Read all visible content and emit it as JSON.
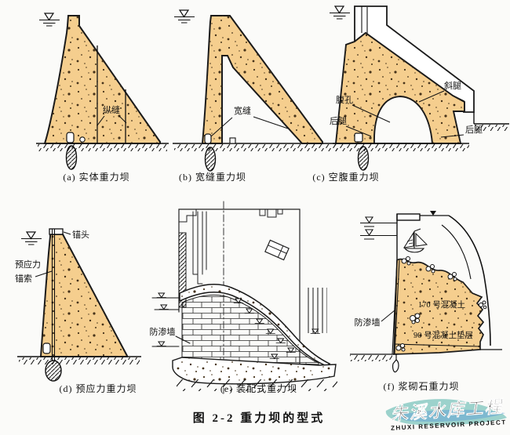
{
  "figure_caption": "图 2-2  重力坝的型式",
  "watermark": {
    "cn": "朱溪水库工程",
    "en": "ZHUXI RESERVOIR PROJECT"
  },
  "colors": {
    "dam_fill": "#F5CE8E",
    "line": "#1A1A1A",
    "watermark_blue": "#2D6FB5",
    "watermark_teal": "#7CC4BC",
    "background": "#FBFBF9"
  },
  "panels": {
    "a": {
      "caption": "(a) 实体重力坝",
      "label_joint": "纵缝"
    },
    "b": {
      "caption": "(b) 宽缝重力坝",
      "label_slot": "宽缝"
    },
    "c": {
      "caption": "(c) 空腹重力坝",
      "label_inclined_leg": "斜腿",
      "label_cavity": "腹孔",
      "label_rear_leg_left": "后腿",
      "label_rear_leg_right": "后腿"
    },
    "d": {
      "caption": "(d) 预应力重力坝",
      "label_anchor_head": "锚头",
      "label_prestress_line1": "预应力",
      "label_prestress_line2": "锚索"
    },
    "e": {
      "caption": "(e) 装配式重力坝",
      "label_cutoff_wall": "防渗墙"
    },
    "f": {
      "caption": "(f) 浆砌石重力坝",
      "label_concrete_170": "170 号混凝土",
      "label_cutoff_wall": "防渗墙",
      "label_cushion_90": "90 号混凝土垫层"
    }
  }
}
